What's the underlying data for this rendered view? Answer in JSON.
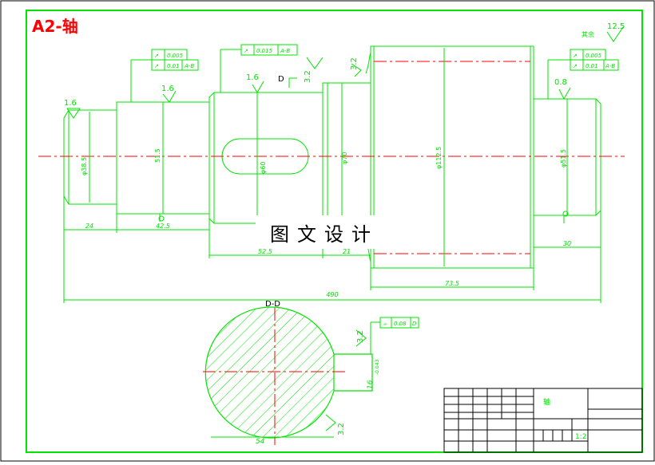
{
  "title": "A2-轴",
  "watermark": "图文设计",
  "finish": {
    "label": "其余",
    "value": "12.5"
  },
  "roughness": [
    "1.6",
    "1.6",
    "1.6",
    "0.8",
    "3.2",
    "3.2",
    "3.2",
    "3.2"
  ],
  "section_mark": "D",
  "section_title": "D-D",
  "tolerance_frames": [
    {
      "symbol": "↗",
      "value": "0.005",
      "datum": ""
    },
    {
      "symbol": "↗",
      "value": "0.01",
      "datum": "A-B"
    },
    {
      "symbol": "↗",
      "value": "0.015",
      "datum": "A-B"
    },
    {
      "symbol": "↗",
      "value": "0.005",
      "datum": ""
    },
    {
      "symbol": "↗",
      "value": "0.01",
      "datum": "A-B"
    },
    {
      "symbol": "⌯",
      "value": "0.08",
      "datum": "D"
    }
  ],
  "diameters": [
    "φ38.5",
    "51.5",
    "φ60",
    "φ70",
    "φ112.5",
    "φ51.5"
  ],
  "lengths": [
    "24",
    "42.5",
    "52.5",
    "21",
    "73.5",
    "30",
    "490"
  ],
  "keyway": {
    "width": "16",
    "depth": "54",
    "tol": "-0.043"
  },
  "title_block": {
    "part_name": "轴",
    "scale": "1:2"
  }
}
